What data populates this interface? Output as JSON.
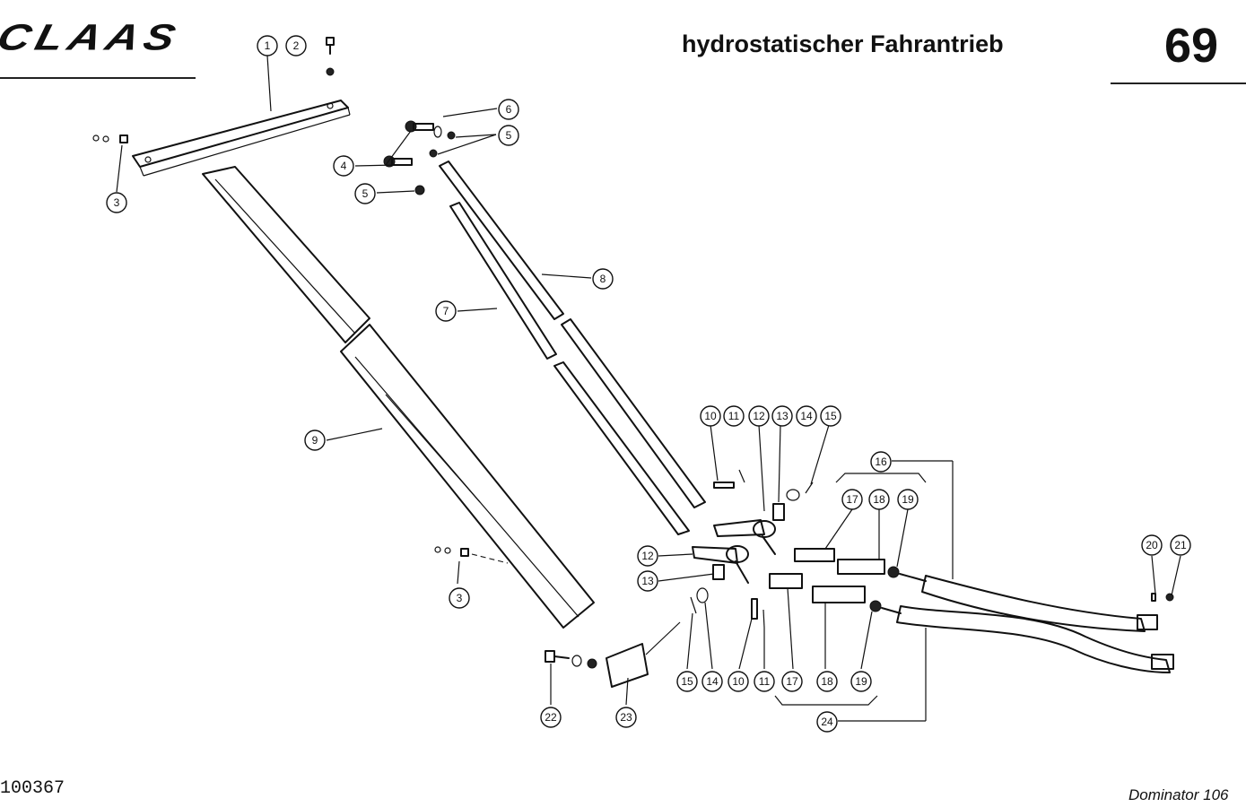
{
  "header": {
    "logo_text": "CLAAS",
    "title": "hydrostatischer Fahrantrieb",
    "page_number": "69"
  },
  "footer": {
    "drawing_number": "100367",
    "model": "Dominator 106"
  },
  "callouts": [
    "1",
    "2",
    "3",
    "3",
    "4",
    "5",
    "5",
    "6",
    "7",
    "8",
    "9",
    "10",
    "11",
    "12",
    "13",
    "14",
    "15",
    "12",
    "13",
    "15",
    "14",
    "10",
    "11",
    "16",
    "17",
    "18",
    "19",
    "17",
    "18",
    "19",
    "20",
    "21",
    "22",
    "23",
    "24"
  ]
}
